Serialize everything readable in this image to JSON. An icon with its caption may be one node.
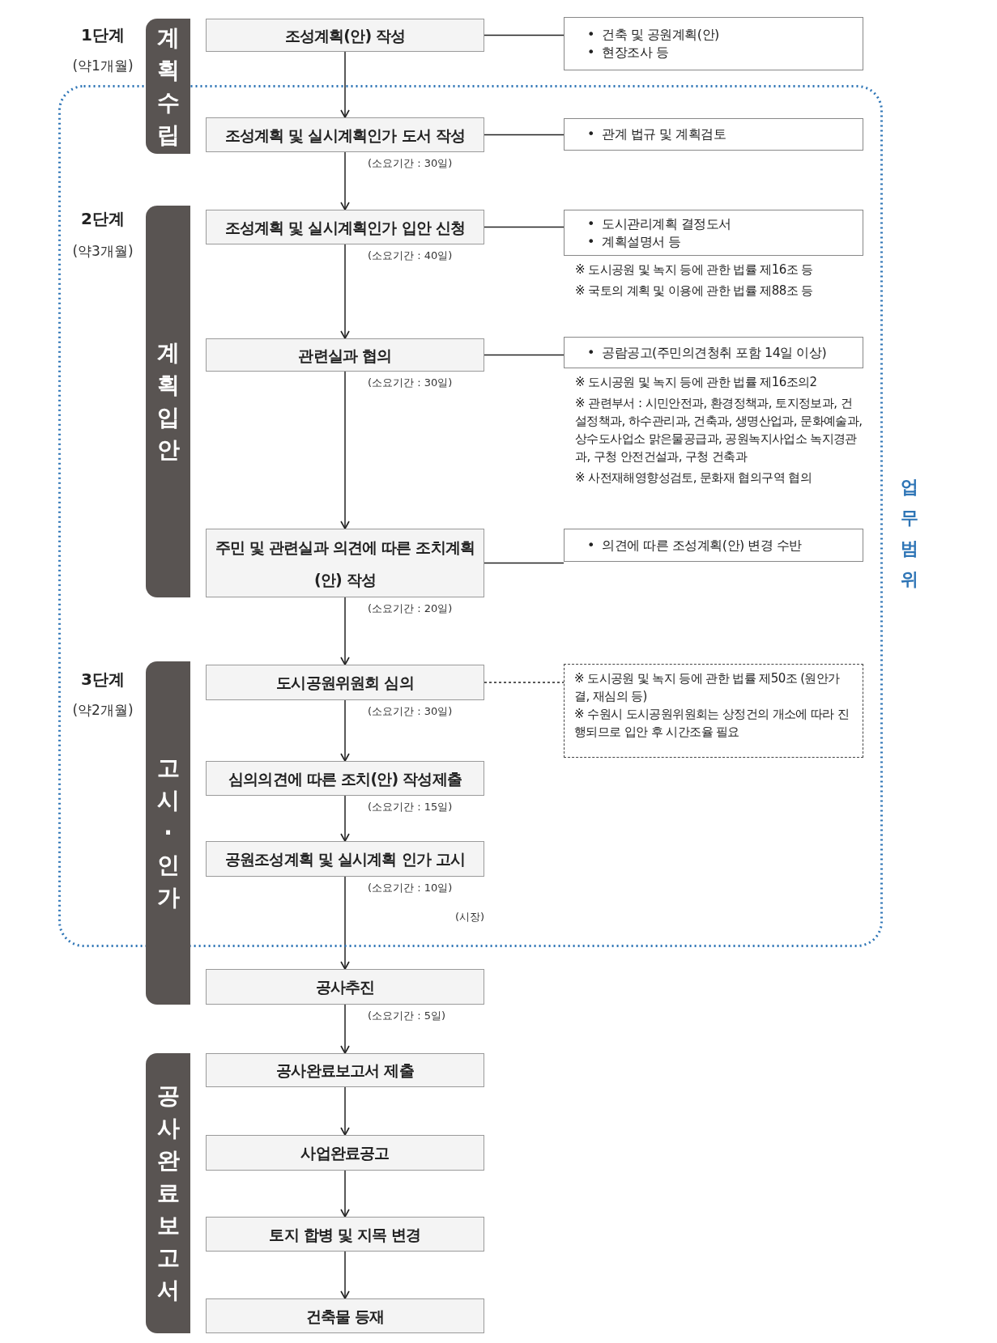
{
  "diagram": {
    "nodes": [
      {
        "text": [
          "업무범위"
        ]
      },
      {
        "text": [
          "계획수립"
        ]
      },
      {
        "text": [
          "계획입안"
        ],
        "in": 0
      },
      {
        "text": [
          "고시·인가"
        ]
      },
      {
        "text": [
          "공사완료보고서"
        ]
      },
      {
        "text": [
          "조성계획(안) 작성"
        ]
      },
      {
        "text": [
          "조성계획 및 실시계획인가 도서 작성"
        ],
        "in": 0
      },
      {
        "text": [
          "조성계획 및 실시계획인가 입안 신청"
        ],
        "in": 0
      },
      {
        "text": [
          "관련실과 협의"
        ],
        "in": 0
      },
      {
        "text": [
          "주민 및 관련실과 의견에 따른 조치계획(안) 작성"
        ],
        "in": 0
      },
      {
        "text": [
          "도시공원위원회 심의"
        ],
        "in": 0
      },
      {
        "text": [
          "심의의견에 따른 조치(안) 작성제출"
        ],
        "in": 0
      },
      {
        "text": [
          "공원조성계획 및 실시계획 인가 고시"
        ],
        "in": 0
      },
      {
        "text": [
          "공사추진"
        ]
      },
      {
        "text": [
          "공사완료보고서 제출"
        ]
      },
      {
        "text": [
          "사업완료공고"
        ]
      },
      {
        "text": [
          "토지 합병 및 지목 변경"
        ]
      },
      {
        "text": [
          "건축물 등재"
        ]
      },
      {
        "text": [
          "•  건축 및 공원계획(안)",
          "•  현장조사 등"
        ]
      },
      {
        "text": [
          "•  관계 법규 및 계획검토"
        ],
        "in": 0
      },
      {
        "text": [
          "•  도시관리계획 결정도서",
          "•  계획설명서 등"
        ],
        "in": 0,
        "beside": [
          "※ 도시공원 및 녹지 등에 관한 법률 제16조 등",
          "※ 국토의 계획 및 이용에 관한 법률 제88조 등"
        ]
      },
      {
        "text": [
          "•  공람공고(주민의견청취 포함 14일 이상)"
        ],
        "in": 0,
        "beside": [
          "※ 도시공원 및 녹지 등에 관한 법률 제16조의2",
          "※ 관련부서 : 시민안전과, 환경정책과, 토지정보과, 건설정책과, 하수관리과, 건축과, 생명산업과, 문화예술과, 상수도사업소 맑은물공급과, 공원녹지사업소 녹지경관과, 구청 안전건설과, 구청 건축과",
          "※ 사전재해영향성검토, 문화재 협의구역 협의"
        ]
      },
      {
        "text": [
          "•  의견에 따른 조성계획(안) 변경 수반"
        ],
        "in": 0
      },
      {
        "text": [
          "※ 도시공원 및 녹지 등에 관한 법률 제50조 (원안가결, 재심의 등)",
          "※ 수원시 도시공원위원회는 상정건의 개소에 따라 진행되므로 입안 후 시간조율 필요"
        ],
        "in": 0
      }
    ],
    "edges": [
      {
        "from": 5,
        "to": 6,
        "arrow": "to"
      },
      {
        "from": 6,
        "to": 7,
        "arrow": "to",
        "label": "(소요기간 : 30일)"
      },
      {
        "from": 7,
        "to": 8,
        "arrow": "to",
        "label": "(소요기간 : 40일)"
      },
      {
        "from": 8,
        "to": 9,
        "arrow": "to",
        "label": "(소요기간 : 30일)"
      },
      {
        "from": 9,
        "to": 10,
        "arrow": "to",
        "label": "(소요기간 : 20일)"
      },
      {
        "from": 10,
        "to": 11,
        "arrow": "to",
        "label": "(소요기간 : 30일)"
      },
      {
        "from": 11,
        "to": 12,
        "arrow": "to",
        "label": "(소요기간 : 15일)"
      },
      {
        "from": 12,
        "to": 13,
        "arrow": "to",
        "label": "(소요기간 : 10일)"
      },
      {
        "from": 13,
        "to": 14,
        "arrow": "to",
        "label": "(소요기간 : 5일)"
      },
      {
        "from": 14,
        "to": 15,
        "arrow": "to"
      },
      {
        "from": 15,
        "to": 16,
        "arrow": "to"
      },
      {
        "from": 16,
        "to": 17,
        "arrow": "to"
      },
      {
        "from": 5,
        "to": 18,
        "arrow": "none"
      },
      {
        "from": 6,
        "to": 19,
        "arrow": "none"
      },
      {
        "from": 7,
        "to": 20,
        "arrow": "none"
      },
      {
        "from": 8,
        "to": 21,
        "arrow": "none"
      },
      {
        "from": 9,
        "to": 22,
        "arrow": "none"
      },
      {
        "from": 10,
        "to": 23,
        "arrow": "none",
        "style": "dashed"
      }
    ],
    "labels": [
      "1단계",
      "(약1개월)",
      "2단계",
      "(약3개월)",
      "3단계",
      "(약2개월)",
      "(시장)"
    ]
  }
}
